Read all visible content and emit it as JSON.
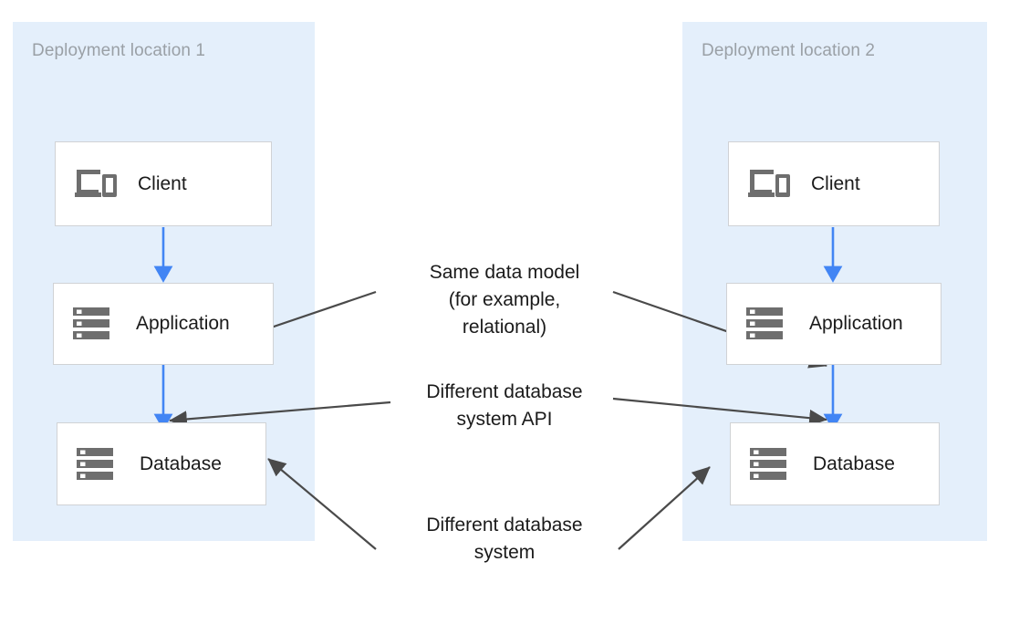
{
  "diagram": {
    "title_visible": false,
    "background_color": "#ffffff",
    "zone_fill_color": "#e4effb",
    "flow_arrow_color": "#4285f4",
    "annotation_arrow_color": "#4a4a4a",
    "node_border_color": "#d0d2d5",
    "node_fill_color": "#ffffff",
    "icon_color": "#6e6e6e",
    "label_color": "#9aa0a6"
  },
  "zones": [
    {
      "id": "zone-1",
      "label": "Deployment location 1"
    },
    {
      "id": "zone-2",
      "label": "Deployment location 2"
    }
  ],
  "nodes": {
    "zone1": [
      {
        "id": "client-1",
        "label": "Client",
        "icon": "devices-icon"
      },
      {
        "id": "application-1",
        "label": "Application",
        "icon": "server-icon"
      },
      {
        "id": "database-1",
        "label": "Database",
        "icon": "server-icon"
      }
    ],
    "zone2": [
      {
        "id": "client-2",
        "label": "Client",
        "icon": "devices-icon"
      },
      {
        "id": "application-2",
        "label": "Application",
        "icon": "server-icon"
      },
      {
        "id": "database-2",
        "label": "Database",
        "icon": "server-icon"
      }
    ]
  },
  "annotations": [
    {
      "id": "same-data-model",
      "text": "Same data model\n(for example,\nrelational)"
    },
    {
      "id": "different-database-system-api",
      "text": "Different database\nsystem API"
    },
    {
      "id": "different-database-system",
      "text": "Different database\nsystem"
    }
  ]
}
